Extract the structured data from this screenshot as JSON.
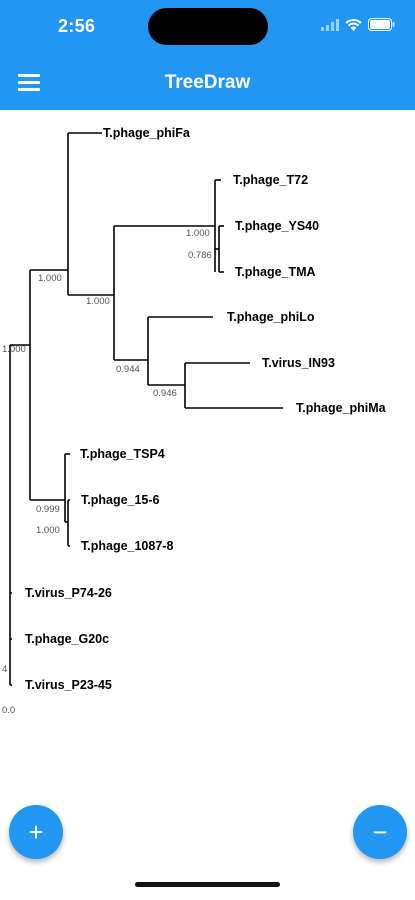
{
  "status_bar": {
    "time": "2:56",
    "icons": [
      "signal-icon",
      "wifi-icon",
      "battery-icon"
    ]
  },
  "app_bar": {
    "title": "TreeDraw",
    "menu_icon": "hamburger-menu-icon",
    "color": "#2196f3"
  },
  "tree": {
    "leaves": [
      "T.phage_phiFa",
      "T.phage_T72",
      "T.phage_YS40",
      "T.phage_TMA",
      "T.phage_phiLo",
      "T.virus_IN93",
      "T.phage_phiMa",
      "T.phage_TSP4",
      "T.phage_15-6",
      "T.phage_1087-8",
      "T.virus_P74-26",
      "T.phage_G20c",
      "T.virus_P23-45"
    ],
    "support_values": [
      "1.000",
      "1.000",
      "1.000",
      "0.786",
      "0.944",
      "0.946",
      "1.000",
      "0.999",
      "1.000",
      "4",
      "0.0"
    ]
  },
  "fab": {
    "add_label": "+",
    "remove_label": "−",
    "add_icon": "plus-icon",
    "remove_icon": "minus-icon"
  }
}
